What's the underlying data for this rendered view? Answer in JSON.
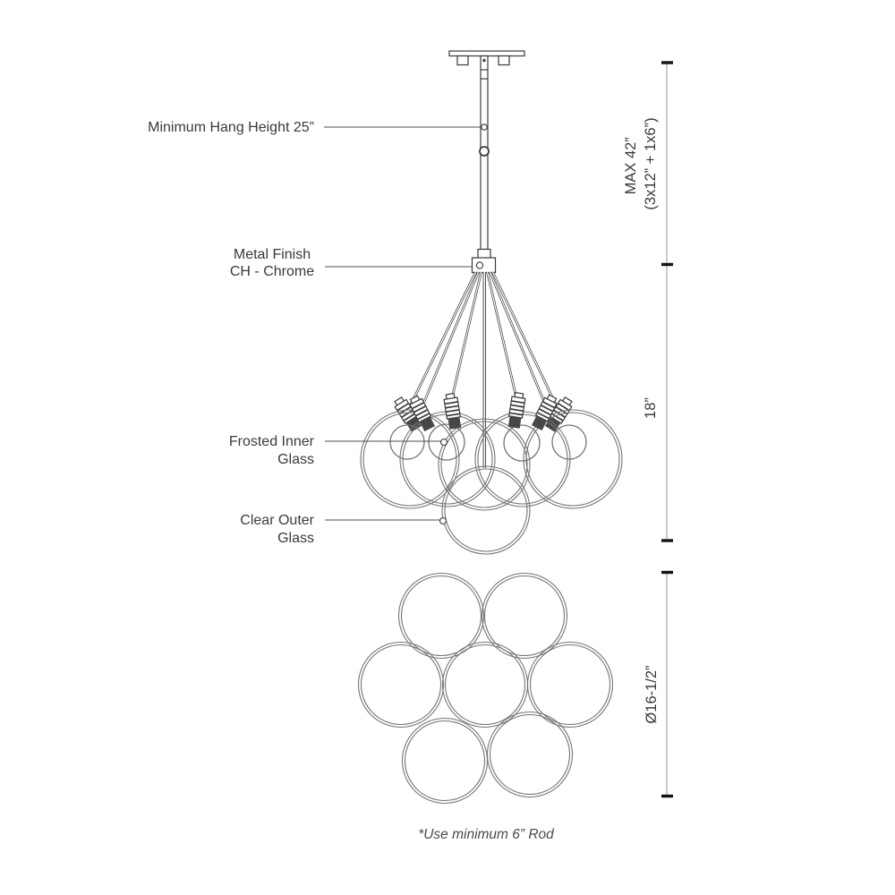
{
  "diagram": {
    "labels": {
      "hang_height": "Minimum Hang Height 25”",
      "metal_finish_line1": "Metal Finish",
      "metal_finish_line2": "CH - Chrome",
      "frosted_line1": "Frosted Inner",
      "frosted_line2": "Glass",
      "clear_line1": "Clear Outer",
      "clear_line2": "Glass"
    },
    "dimensions": {
      "rod_max_line1": "MAX 42”",
      "rod_max_line2": "(3x12” + 1x6”)",
      "fixture_height": "18”",
      "diameter": "Ø16-1/2”"
    },
    "footnote": "*Use minimum 6” Rod",
    "colors": {
      "line_dark": "#3a3a3a",
      "glass_stroke": "#757575",
      "dim_line": "#b5b5b5",
      "dim_tick": "#141414",
      "text": "#3a3a3a"
    }
  }
}
